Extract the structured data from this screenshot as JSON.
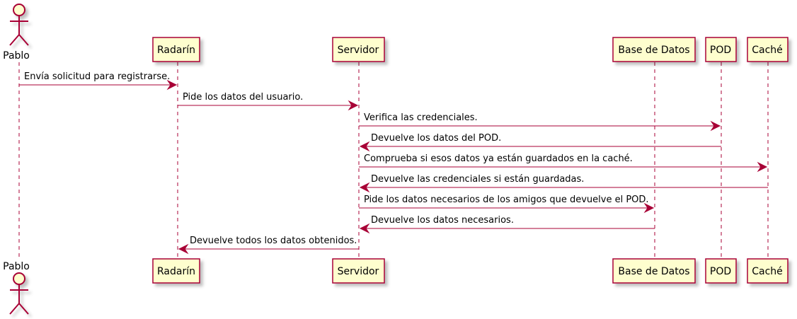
{
  "participants": [
    {
      "id": "pablo",
      "name": "Pablo",
      "kind": "actor"
    },
    {
      "id": "radarin",
      "name": "Radarín",
      "kind": "participant"
    },
    {
      "id": "servidor",
      "name": "Servidor",
      "kind": "participant"
    },
    {
      "id": "basedatos",
      "name": "Base de Datos",
      "kind": "participant"
    },
    {
      "id": "pod",
      "name": "POD",
      "kind": "participant"
    },
    {
      "id": "cache",
      "name": "Caché",
      "kind": "participant"
    }
  ],
  "messages": [
    {
      "from": "pablo",
      "to": "radarin",
      "text": "Envía solicitud para registrarse."
    },
    {
      "from": "radarin",
      "to": "servidor",
      "text": "Pide los datos del usuario."
    },
    {
      "from": "servidor",
      "to": "pod",
      "text": "Verifica las credenciales."
    },
    {
      "from": "pod",
      "to": "servidor",
      "text": "Devuelve los datos del POD."
    },
    {
      "from": "servidor",
      "to": "cache",
      "text": "Comprueba si esos datos ya están guardados en la caché."
    },
    {
      "from": "cache",
      "to": "servidor",
      "text": "Devuelve las credenciales si están guardadas."
    },
    {
      "from": "servidor",
      "to": "basedatos",
      "text": "Pide los datos necesarios de los amigos que devuelve el POD."
    },
    {
      "from": "basedatos",
      "to": "servidor",
      "text": "Devuelve los datos necesarios."
    },
    {
      "from": "servidor",
      "to": "radarin",
      "text": "Devuelve todos los datos obtenidos."
    }
  ],
  "colors": {
    "line": "#A80036",
    "box_fill": "#FEFECE",
    "shadow": "#C8C8C8"
  }
}
